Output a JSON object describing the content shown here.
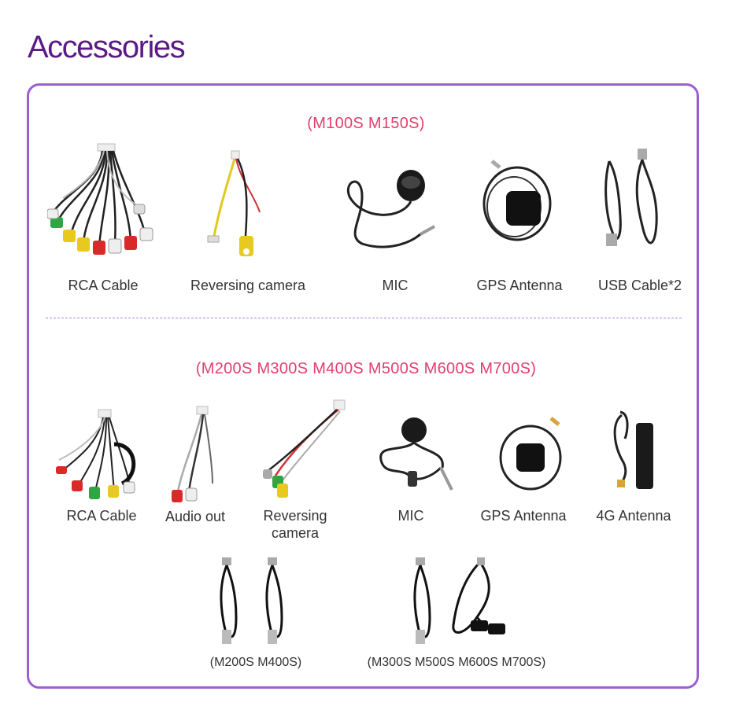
{
  "page": {
    "title": "Accessories"
  },
  "section1": {
    "title": "(M100S M150S)",
    "items": [
      {
        "label": "RCA Cable",
        "icon": "rca-cable"
      },
      {
        "label": "Reversing  camera",
        "icon": "reversing-camera-cable"
      },
      {
        "label": "MIC",
        "icon": "microphone"
      },
      {
        "label": "GPS Antenna",
        "icon": "gps-antenna"
      },
      {
        "label": "USB Cable*2",
        "icon": "usb-cables"
      }
    ]
  },
  "section2": {
    "title": "(M200S M300S M400S M500S M600S M700S)",
    "items": [
      {
        "label": "RCA Cable",
        "icon": "rca-cable"
      },
      {
        "label": "Audio out",
        "icon": "audio-out-cable"
      },
      {
        "label": "Reversing camera",
        "icon": "reversing-camera-cable"
      },
      {
        "label": "MIC",
        "icon": "microphone"
      },
      {
        "label": "GPS Antenna",
        "icon": "gps-antenna"
      },
      {
        "label": "4G Antenna",
        "icon": "4g-antenna"
      }
    ],
    "usb_groups": [
      {
        "label": "(M200S M400S)",
        "icon": "usb-cables"
      },
      {
        "label": "(M300S M500S M600S M700S)",
        "icon": "usb-cables"
      }
    ]
  },
  "colors": {
    "title": "#5b1a86",
    "frame": "#9b5fd0",
    "section_title": "#e0406e"
  }
}
